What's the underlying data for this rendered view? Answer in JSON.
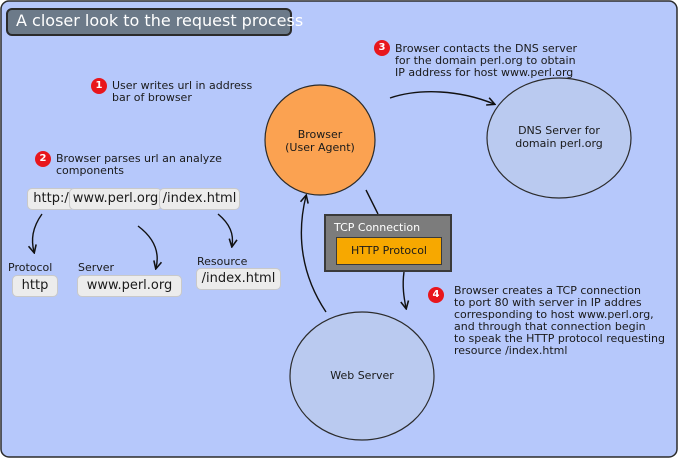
{
  "title": "A closer look to the request process",
  "steps": [
    {
      "number": "1",
      "text": [
        "User writes url in address",
        "bar of browser"
      ]
    },
    {
      "number": "2",
      "text": [
        "Browser parses url an analyze",
        "components"
      ]
    },
    {
      "number": "3",
      "text": [
        "Browser contacts the DNS server",
        "for the domain perl.org to obtain",
        "IP address for host www.perl.org"
      ]
    },
    {
      "number": "4",
      "text": [
        "Browser creates a TCP connection",
        "to port 80 with server in IP addres",
        "corresponding to host www.perl.org,",
        "and through that connection begin",
        "to speak the HTTP protocol requesting",
        "resource /index.html"
      ]
    }
  ],
  "url_parts": {
    "protocol": "http:/",
    "server": "www.perl.org",
    "resource": "/index.html"
  },
  "components": [
    {
      "label": "Protocol",
      "value": "http"
    },
    {
      "label": "Server",
      "value": "www.perl.org"
    },
    {
      "label": "Resource",
      "value": "/index.html"
    }
  ],
  "nodes": {
    "browser": [
      "Browser",
      "(User Agent)"
    ],
    "dns": [
      "DNS Server for",
      "domain perl.org"
    ],
    "web": [
      "Web Server"
    ]
  },
  "tcp": {
    "title": "TCP Connection",
    "protocol": "HTTP Protocol"
  },
  "colors": {
    "canvas": "#b6c8fb",
    "title_box": "#6c7a89",
    "browser": "#fba251",
    "server": "#bacaf0",
    "badge": "#e8161c",
    "http": "#f7a800",
    "tcp_box": "#7c7c7c"
  }
}
